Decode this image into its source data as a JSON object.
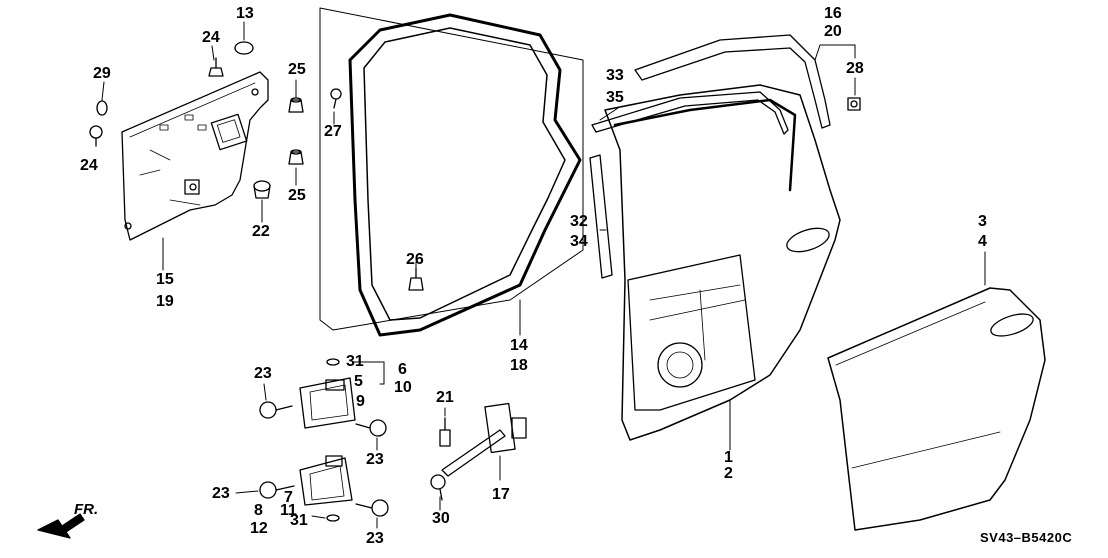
{
  "diagram": {
    "type": "exploded parts diagram",
    "part_numbers": {
      "n1": "1",
      "n2": "2",
      "n3": "3",
      "n4": "4",
      "n5": "5",
      "n6": "6",
      "n7": "7",
      "n8": "8",
      "n9": "9",
      "n10": "10",
      "n11": "11",
      "n12": "12",
      "n13": "13",
      "n14": "14",
      "n15": "15",
      "n16": "16",
      "n17": "17",
      "n18": "18",
      "n19": "19",
      "n20": "20",
      "n21": "21",
      "n22": "22",
      "n23": "23",
      "n24": "24",
      "n25": "25",
      "n26": "26",
      "n27": "27",
      "n28": "28",
      "n29": "29",
      "n30": "30",
      "n31": "31",
      "n32": "32",
      "n33": "33",
      "n34": "34",
      "n35": "35"
    },
    "direction_label": "FR.",
    "diagram_code": "SV43–B5420C",
    "line_color": "#000000",
    "background": "#ffffff"
  }
}
